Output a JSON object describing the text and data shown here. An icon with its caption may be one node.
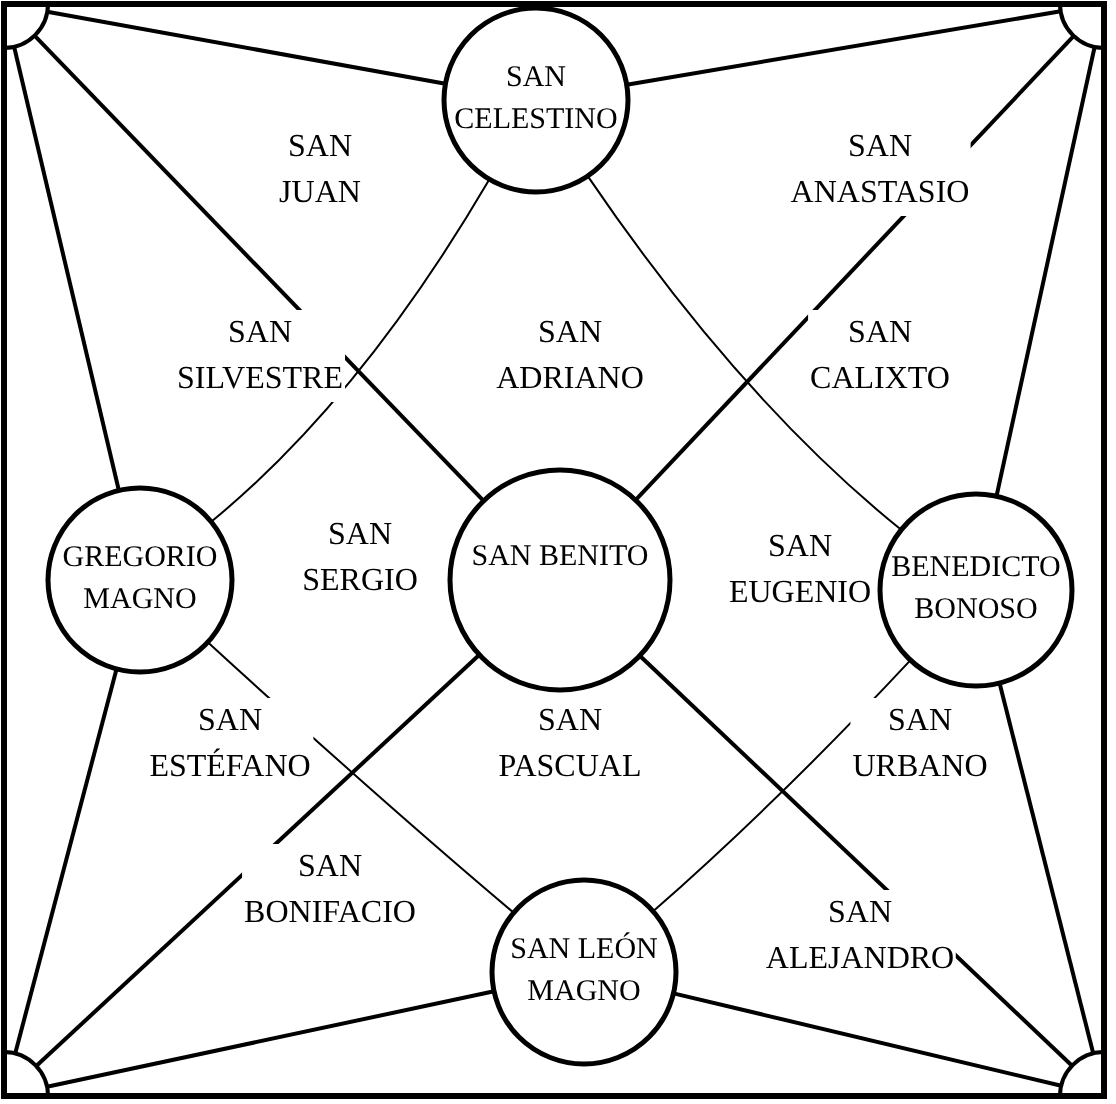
{
  "diagram": {
    "nodes": [
      {
        "text": [],
        "shape": "circle"
      },
      {
        "text": [
          "SAN CELESTINO"
        ]
      },
      {
        "text": [],
        "shape": "circle"
      },
      {
        "text": [
          "GREGORIO MAGNO"
        ]
      },
      {
        "text": [
          "SAN BENITO"
        ]
      },
      {
        "text": [
          "BENEDICTO BONOSO"
        ]
      },
      {
        "text": [],
        "shape": "circle"
      },
      {
        "text": [
          "SAN LEÓN MAGNO"
        ]
      },
      {
        "text": [],
        "shape": "circle"
      }
    ],
    "edges": [
      {
        "from": 0,
        "to": 1,
        "arrow": "none"
      },
      {
        "from": 0,
        "to": 3,
        "arrow": "none"
      },
      {
        "from": 0,
        "to": 4,
        "arrow": "none"
      },
      {
        "from": 4,
        "to": 8,
        "arrow": "none"
      },
      {
        "from": 2,
        "to": 1,
        "arrow": "none"
      },
      {
        "from": 2,
        "to": 5,
        "arrow": "none"
      },
      {
        "from": 2,
        "to": 4,
        "arrow": "none"
      },
      {
        "from": 4,
        "to": 6,
        "arrow": "none"
      },
      {
        "from": 6,
        "to": 3,
        "arrow": "none"
      },
      {
        "from": 6,
        "to": 7,
        "arrow": "none"
      },
      {
        "from": 8,
        "to": 5,
        "arrow": "none"
      },
      {
        "from": 8,
        "to": 7,
        "arrow": "none"
      },
      {
        "from": 1,
        "to": 3,
        "arrow": "none"
      },
      {
        "from": 1,
        "to": 5,
        "arrow": "none"
      },
      {
        "from": 3,
        "to": 7,
        "arrow": "none"
      },
      {
        "from": 5,
        "to": 7,
        "arrow": "none"
      }
    ],
    "labels": [
      "SAN JUAN",
      "SAN ANASTASIO",
      "SAN SILVESTRE",
      "SAN ADRIANO",
      "SAN CALIXTO",
      "SAN SERGIO",
      "SAN EUGENIO",
      "SAN ESTÉFANO",
      "SAN PASCUAL",
      "SAN URBANO",
      "SAN BONIFACIO",
      "SAN ALEJANDRO"
    ]
  }
}
